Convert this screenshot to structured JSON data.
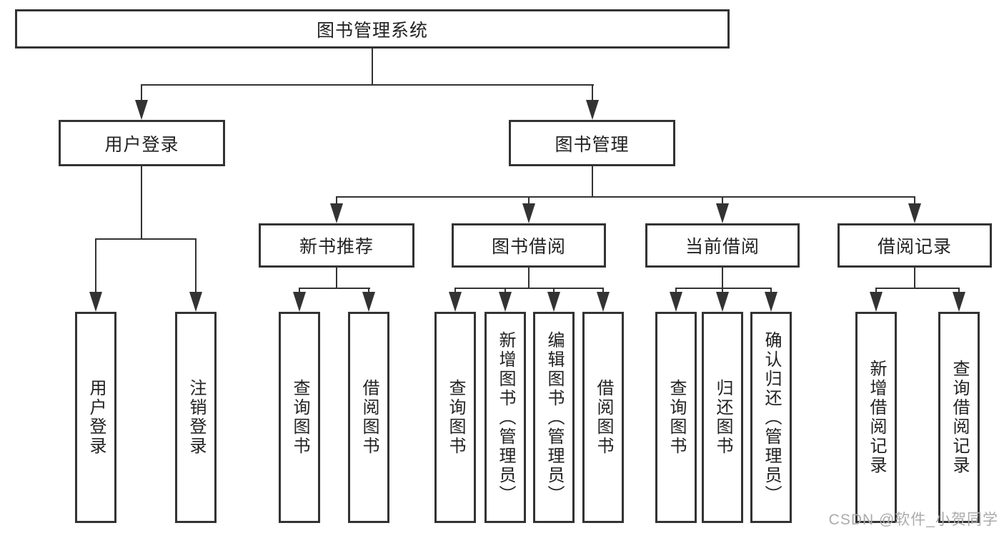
{
  "diagram": {
    "root": {
      "label": "图书管理系统"
    },
    "level2": [
      {
        "label": "用户登录"
      },
      {
        "label": "图书管理"
      }
    ],
    "level3": [
      {
        "label": "新书推荐"
      },
      {
        "label": "图书借阅"
      },
      {
        "label": "当前借阅"
      },
      {
        "label": "借阅记录"
      }
    ],
    "leaves": {
      "user_login": [
        "用户登录",
        "注销登录"
      ],
      "new_book_recommend": [
        "查询图书",
        "借阅图书"
      ],
      "book_borrow": [
        "查询图书",
        "新增图书（管理员）",
        "编辑图书（管理员）",
        "借阅图书"
      ],
      "current_borrow": [
        "查询图书",
        "归还图书",
        "确认归还（管理员）"
      ],
      "borrow_record": [
        "新增借阅记录",
        "查询借阅记录"
      ]
    }
  },
  "watermark": {
    "text": "CSDN @软件_小贺同学"
  },
  "colors": {
    "line": "#333333",
    "border": "#333333",
    "text": "#222222",
    "watermark": "#ababab",
    "background": "#ffffff"
  }
}
